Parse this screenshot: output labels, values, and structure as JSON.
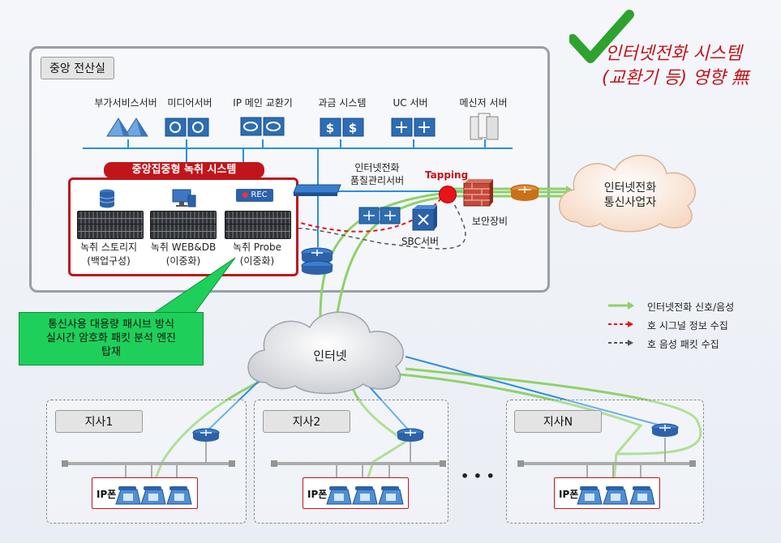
{
  "headline": {
    "line1": "인터넷전화 시스템",
    "line2": "(교환기 등) 영향 無"
  },
  "center": {
    "label": "중앙 전산실",
    "servers": [
      {
        "label": "부가서비스서버"
      },
      {
        "label": "미디어서버"
      },
      {
        "label": "IP 메인 교환기"
      },
      {
        "label": "과금 시스템"
      },
      {
        "label": "UC 서버"
      },
      {
        "label": "메신저 서버"
      }
    ],
    "recording": {
      "title": "중앙집중형 녹취 시스템",
      "rec_badge": "REC",
      "storage": {
        "line1": "녹취 스토리지",
        "line2": "(백업구성)"
      },
      "web": {
        "line1": "녹취 WEB&DB",
        "line2": "(이중화)"
      },
      "probe": {
        "line1": "녹취 Probe",
        "line2": "(이중화)"
      }
    },
    "qos": {
      "line1": "인터넷전화",
      "line2": "품질관리서버"
    },
    "tapping": "Tapping",
    "sbc": "SBC서버",
    "security": "보안장비"
  },
  "carrier": {
    "line1": "인터넷전화",
    "line2": "통신사업자"
  },
  "internet": "인터넷",
  "note": {
    "line1": "통신사용 대용량 패시브 방식",
    "line2": "실시간 암호화 패킷 분석 엔진",
    "line3": "탑재"
  },
  "legend": [
    {
      "label": "인터넷전화 신호/음성",
      "color": "#8fd16a"
    },
    {
      "label": "호 시그널 정보 수집",
      "color": "#e01818"
    },
    {
      "label": "호 음성 패킷 수집",
      "color": "#555555"
    }
  ],
  "branches": [
    {
      "label": "지사1",
      "phone_label": "IP폰"
    },
    {
      "label": "지사2",
      "phone_label": "IP폰"
    },
    {
      "label": "지사N",
      "phone_label": "IP폰"
    }
  ],
  "ellipsis": "• • •",
  "colors": {
    "accent_red": "#c0161b",
    "green_flow": "#8fd16a",
    "blue_link": "#2a8fdc",
    "check": "#2ea22e"
  }
}
